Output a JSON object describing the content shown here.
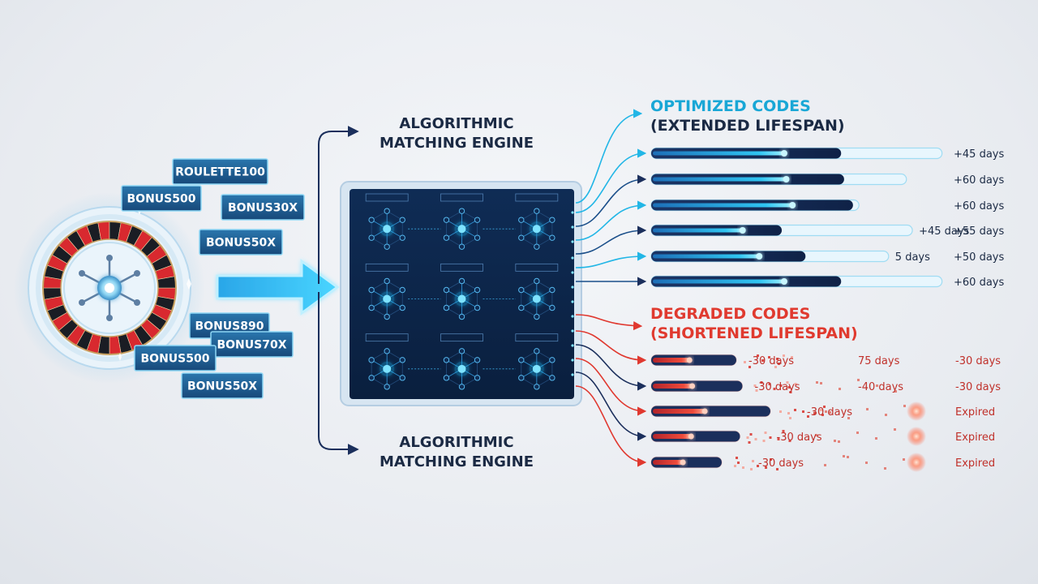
{
  "colors": {
    "optimized_title": "#19a7d6",
    "degraded_title": "#e03a2f",
    "navy": "#1b2f5c",
    "cyan": "#27c4f0",
    "red": "#e8443a",
    "code_tag_bg": "#1f5c8c"
  },
  "codes": [
    "ROULETTE100",
    "BONUS500",
    "BONUS30X",
    "BONUS50X",
    "BONUS890",
    "BONUS70X",
    "BONUS500",
    "BONUS50X"
  ],
  "engine": {
    "title_line1": "ALGORITHMIC",
    "title_line2": "MATCHING ENGINE",
    "panel_labels": [
      "",
      "",
      "",
      "",
      "",
      "",
      "",
      "",
      ""
    ]
  },
  "optimized": {
    "title_line1": "OPTIMIZED CODES",
    "title_line2": "(EXTENDED LIFESPAN)",
    "bars": [
      {
        "fill": 0.64,
        "glow": 0.98,
        "mid_label": "",
        "end_label": "+45 days"
      },
      {
        "fill": 0.65,
        "glow": 0.86,
        "mid_label": "",
        "end_label": "+60 days"
      },
      {
        "fill": 0.68,
        "glow": 0.7,
        "mid_label": "",
        "end_label": "+60 days"
      },
      {
        "fill": 0.44,
        "glow": 0.88,
        "mid_label": "+45 days",
        "end_label": "+55 days"
      },
      {
        "fill": 0.52,
        "glow": 0.8,
        "mid_label": "5 days",
        "end_label": "+50 days"
      },
      {
        "fill": 0.64,
        "glow": 0.98,
        "mid_label": "",
        "end_label": "+60 days"
      }
    ]
  },
  "degraded": {
    "title_line1": "DEGRADED CODES",
    "title_line2": "(SHORTENED LIFESPAN)",
    "bars": [
      {
        "fill": 0.7,
        "mid_label": "-30 days",
        "mid2_label": "75 days",
        "end_label": "-30 days"
      },
      {
        "fill": 0.75,
        "mid_label": "-30 days",
        "mid2_label": "-40 days",
        "end_label": "-30 days"
      },
      {
        "fill": 0.98,
        "mid_label": "-30 days",
        "mid2_label": "",
        "end_label": "Expired"
      },
      {
        "fill": 0.73,
        "mid_label": "-30 days",
        "mid2_label": "",
        "end_label": "Expired"
      },
      {
        "fill": 0.58,
        "mid_label": "-30 days",
        "mid2_label": "",
        "end_label": "Expired"
      }
    ]
  }
}
